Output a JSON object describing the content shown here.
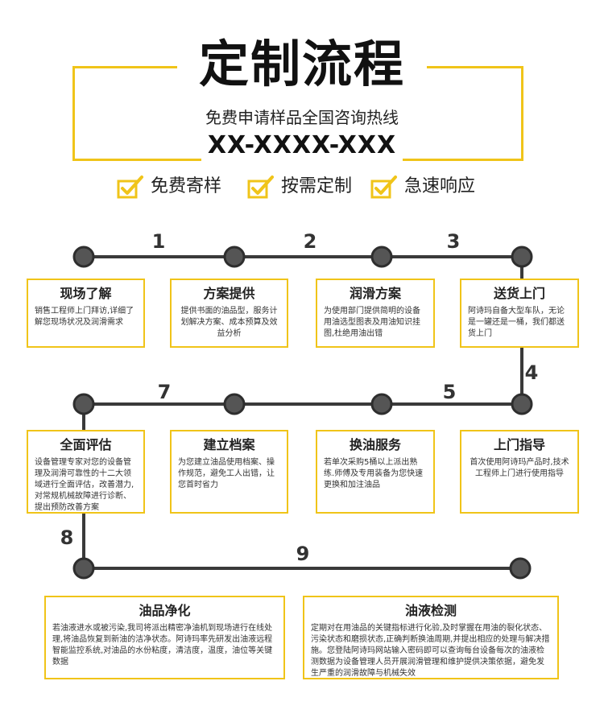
{
  "header": {
    "title": "定制流程",
    "subtitle": "免费申请样品全国咨询热线",
    "hotline": "XX-XXXX-XXX"
  },
  "badges": [
    {
      "label": "免费寄样",
      "icon": "check-icon"
    },
    {
      "label": "按需定制",
      "icon": "check-icon"
    },
    {
      "label": "急速响应",
      "icon": "check-icon"
    }
  ],
  "colors": {
    "accent": "#f0c419",
    "line": "#3a3a3a",
    "node": "#555555"
  },
  "step_numbers": [
    "1",
    "2",
    "3",
    "4",
    "5",
    "7",
    "8",
    "9"
  ],
  "steps": [
    {
      "title": "现场了解",
      "desc": "销售工程师上门拜访,详细了解您现场状况及润滑需求"
    },
    {
      "title": "方案提供",
      "desc": "提供书面的油品型，服务计划解决方案、成本预算及效益分析"
    },
    {
      "title": "润滑方案",
      "desc": "为使用部门提供简明的设备用油选型图表及用油知识挂图,杜绝用油出错"
    },
    {
      "title": "送货上门",
      "desc": "阿诗玛自备大型车队，无论是一罐还是一桶，我们都送货上门"
    },
    {
      "title": "上门指导",
      "desc": "首次使用阿诗玛产品时,技术工程师上门进行使用指导"
    },
    {
      "title": "换油服务",
      "desc": "若单次采购5桶以上派出熟练.师傅及专用装备为您快速更换和加注油品"
    },
    {
      "title": "建立档案",
      "desc": "为您建立油品使用档案、操作规范，避免工人出错，让您首时省力"
    },
    {
      "title": "全面评估",
      "desc": "设备管理专家对您的设备管理及润滑可靠性的十二大领域进行全面评估，改善潜力,对常规机械故障进行诊断、提出预防改善方案"
    },
    {
      "title": "油品净化",
      "desc": "若油液进水或被污染,我司将派出精密净油机到现场进行在线处理,将油品恢复到新油的洁净状态。阿诗玛率先研发出油液远程智能监控系统,对油品的水份粘度，清洁度，温度，油位等关键数据"
    },
    {
      "title": "油液检测",
      "desc": "定期对在用油品的关键指标进行化验,及时掌握在用油的裂化状态、污染状态和磨损状态,正确判断换油周期,并提出相应的处理与解决措施。您登陆阿诗玛网站输入密码即可以查询每台设备每次的油液检测数据为设备管理人员开展润滑管理和维护提供决策依据，避免发生严重的润滑故障与机械失效"
    }
  ]
}
